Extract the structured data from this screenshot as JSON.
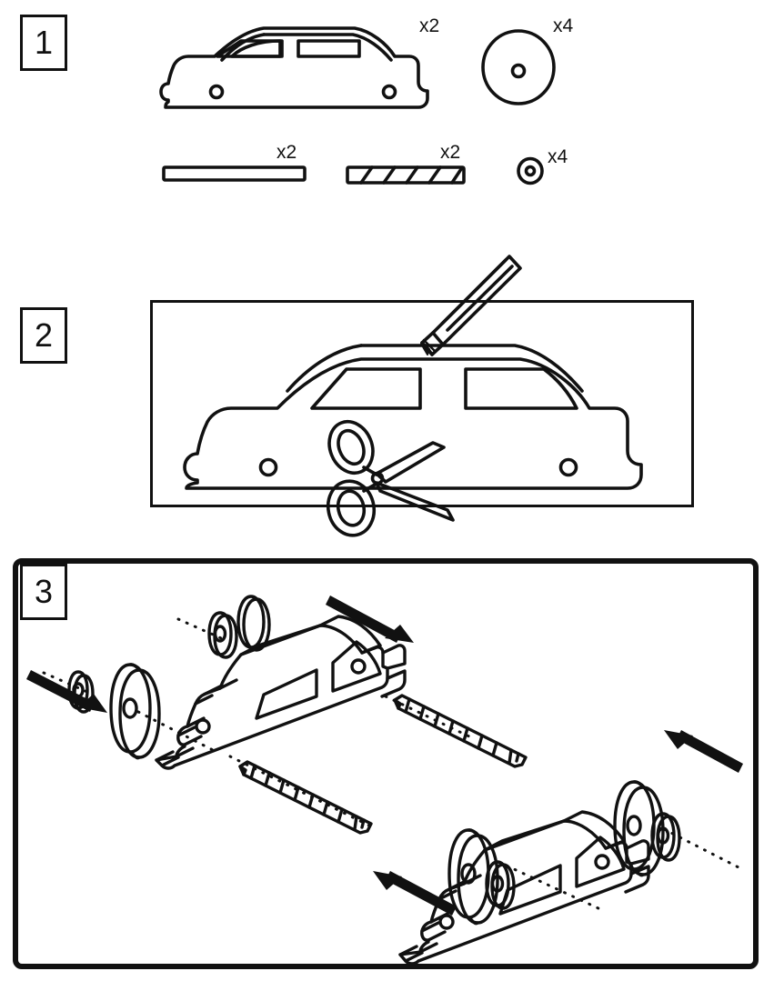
{
  "document": {
    "title": "Toy Car Assembly Instructions",
    "type": "pictorial-instruction-sheet",
    "line_color": "#111111",
    "background_color": "#ffffff"
  },
  "steps": [
    {
      "number": "1",
      "name": "parts-list",
      "parts": [
        {
          "name": "car-body-silhouette",
          "quantity_label": "x2",
          "icon": "car-profile-icon"
        },
        {
          "name": "wheel-disc",
          "quantity_label": "x4",
          "icon": "wheel-icon"
        },
        {
          "name": "smooth-dowel",
          "quantity_label": "x2",
          "icon": "dowel-icon"
        },
        {
          "name": "threaded-axle-rod",
          "quantity_label": "x2",
          "icon": "threaded-rod-icon"
        },
        {
          "name": "bead-cap",
          "quantity_label": "x4",
          "icon": "bead-icon"
        }
      ]
    },
    {
      "number": "2",
      "name": "trace-and-cut",
      "tools": [
        {
          "name": "pencil",
          "icon": "pencil-icon"
        },
        {
          "name": "scissors",
          "icon": "scissors-icon"
        }
      ],
      "subject": "car-body-outline"
    },
    {
      "number": "3",
      "name": "assembly-exploded-view",
      "components": [
        {
          "name": "car-body-left",
          "icon": "car-body-3d-icon"
        },
        {
          "name": "car-body-right",
          "icon": "car-body-3d-icon"
        },
        {
          "name": "threaded-axle-front",
          "icon": "threaded-rod-icon"
        },
        {
          "name": "threaded-axle-rear",
          "icon": "threaded-rod-icon"
        },
        {
          "name": "wheel-front-left",
          "icon": "wheel-icon"
        },
        {
          "name": "wheel-front-right",
          "icon": "wheel-icon"
        },
        {
          "name": "wheel-rear-left",
          "icon": "wheel-icon"
        },
        {
          "name": "wheel-rear-right",
          "icon": "wheel-icon"
        },
        {
          "name": "bead-cap-front-left",
          "icon": "bead-icon"
        },
        {
          "name": "bead-cap-front-right",
          "icon": "bead-icon"
        },
        {
          "name": "bead-cap-rear-left",
          "icon": "bead-icon"
        },
        {
          "name": "bead-cap-rear-right",
          "icon": "bead-icon"
        }
      ],
      "arrows": [
        {
          "name": "assembly-arrow-top",
          "direction": "down-right"
        },
        {
          "name": "assembly-arrow-left",
          "direction": "down-right"
        },
        {
          "name": "assembly-arrow-bottom",
          "direction": "up-left"
        },
        {
          "name": "assembly-arrow-right",
          "direction": "up-left"
        }
      ]
    }
  ],
  "labels": {
    "step1_body_qty": "x2",
    "step1_wheel_qty": "x4",
    "step1_dowel_qty": "x2",
    "step1_rod_qty": "x2",
    "step1_bead_qty": "x4",
    "step1_num": "1",
    "step2_num": "2",
    "step3_num": "3"
  }
}
